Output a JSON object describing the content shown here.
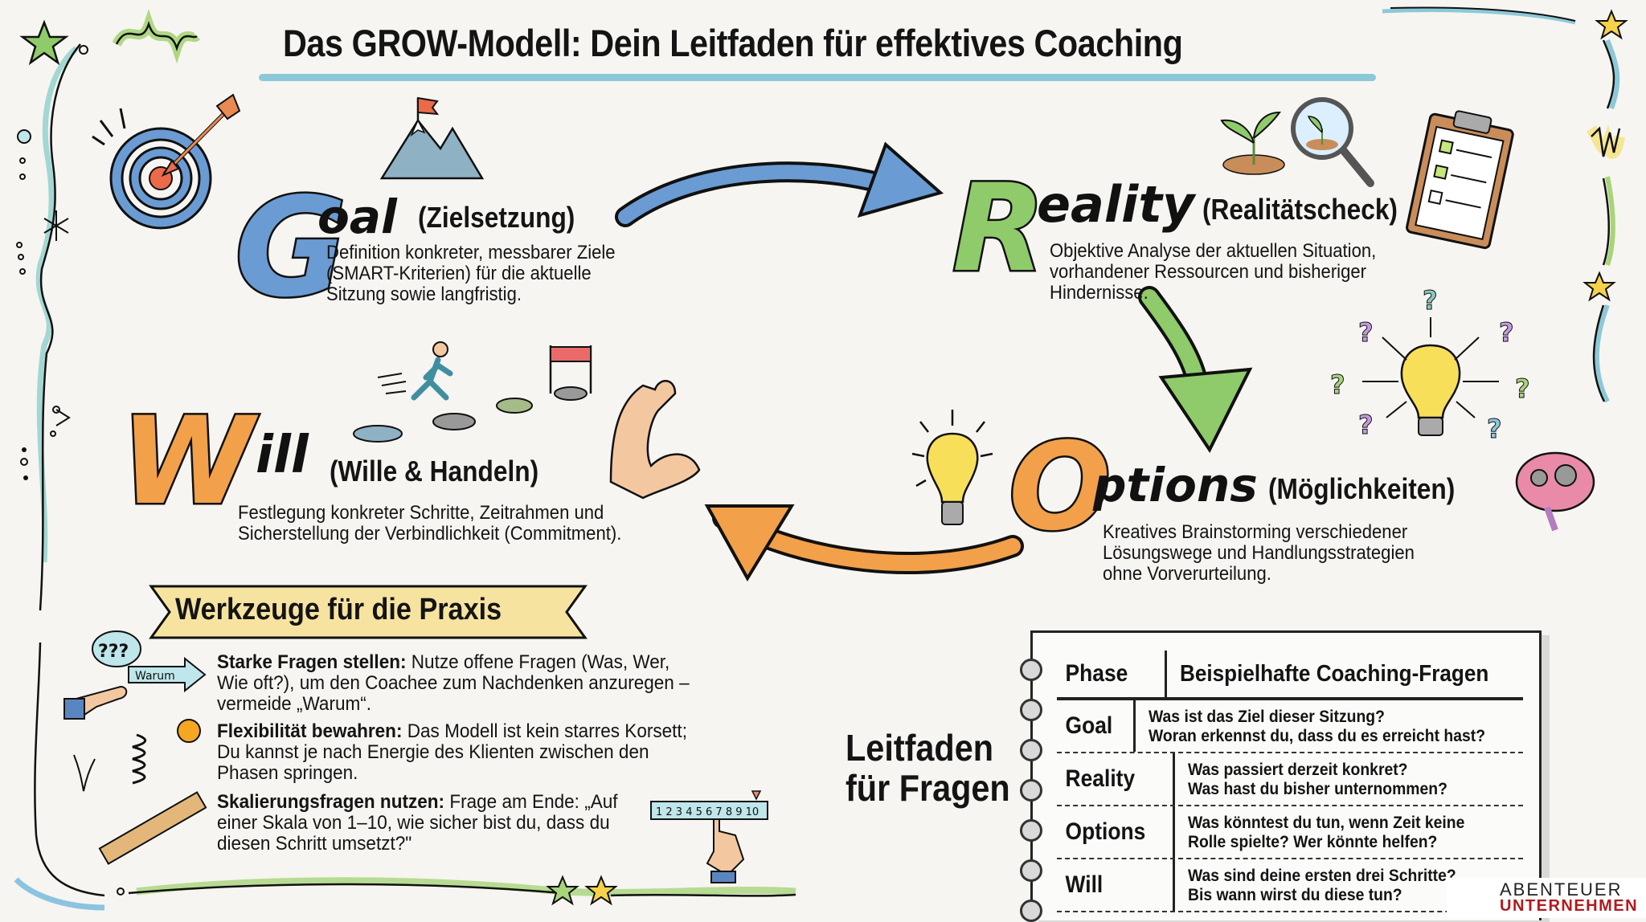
{
  "title": "Das GROW-Modell: Dein Leitfaden für effektives Coaching",
  "colors": {
    "background": "#f6f5f1",
    "goal_blue": "#6a9bd3",
    "reality_green": "#8fcb6a",
    "options_orange": "#f2a04a",
    "will_orange": "#f2a04a",
    "title_underline": "#8cc9d8",
    "banner_yellow": "#f7e3a0",
    "logo_red": "#b3191d"
  },
  "phases": {
    "goal": {
      "letter": "G",
      "rest": "oal",
      "subtitle": "(Zielsetzung)",
      "description": "Definition konkreter, messbarer Ziele\n(SMART-Kriterien) für die aktuelle\nSitzung sowie langfristig.",
      "icons": [
        "target-arrow-icon",
        "mountain-flag-icon"
      ]
    },
    "reality": {
      "letter": "R",
      "rest": "eality",
      "subtitle": "(Realitätscheck)",
      "description": "Objektive Analyse der aktuellen Situation,\nvorhandener Ressourcen und bisheriger\nHindernisse.",
      "icons": [
        "sprout-icon",
        "magnifier-sprout-icon",
        "clipboard-checklist-icon"
      ]
    },
    "options": {
      "letter": "O",
      "rest": "ptions",
      "subtitle": "(Möglichkeiten)",
      "description": "Kreatives Brainstorming verschiedener\nLösungswege und Handlungsstrategien\nohne Vorverurteilung.",
      "icons": [
        "lightbulb-icon",
        "lightbulb-questions-icon",
        "brain-gears-icon"
      ]
    },
    "will": {
      "letter": "W",
      "rest": "ill",
      "subtitle": "(Wille & Handeln)",
      "description": "Festlegung konkreter Schritte, Zeitrahmen und\nSicherstellung der Verbindlichkeit (Commitment).",
      "icons": [
        "runner-stepping-stones-icon",
        "finish-line-icon",
        "flexed-arm-icon"
      ]
    }
  },
  "tools": {
    "heading": "Werkzeuge für die Praxis",
    "items": [
      {
        "title": "Starke Fragen stellen:",
        "text": " Nutze offene Fragen (Was, Wer, Wie oft?), um den Coachee zum Nachdenken anzuregen – vermeide „Warum“.",
        "icon": "question-bubble-pointing-hand-icon",
        "icon_label": "Warum",
        "bubble_text": "???"
      },
      {
        "title": "Flexibilität bewahren:",
        "text": " Das Modell ist kein starres Korsett; Du kannst je nach Energie des Klienten zwischen den Phasen springen.",
        "icon": "spring-ball-icon"
      },
      {
        "title": "Skalierungsfragen nutzen:",
        "text": " Frage am Ende: „Auf einer Skala von 1–10, wie sicher bist du, dass du diesen Schritt umsetzt?\"",
        "icon": "ruler-icon",
        "scale_values": [
          "1",
          "2",
          "3",
          "4",
          "5",
          "6",
          "7",
          "8",
          "9",
          "10"
        ]
      }
    ]
  },
  "guide": {
    "label": "Leitfaden\nfür Fragen",
    "table": {
      "headers": [
        "Phase",
        "Beispielhafte Coaching-Fragen"
      ],
      "rows": [
        {
          "phase": "Goal",
          "q1": "Was ist das Ziel dieser Sitzung?",
          "q2": "Woran erkennst du, dass du es erreicht hast?"
        },
        {
          "phase": "Reality",
          "q1": "Was passiert derzeit konkret?",
          "q2": "Was hast du bisher unternommen?"
        },
        {
          "phase": "Options",
          "q1": "Was könntest du tun, wenn Zeit keine",
          "q2": "Rolle spielte? Wer könnte helfen?"
        },
        {
          "phase": "Will",
          "q1": "Was sind deine ersten drei Schritte?",
          "q2": "Bis wann wirst du diese tun?"
        }
      ]
    }
  },
  "logo": {
    "line1": "ABENTEUER",
    "line2": "UNTERNEHMEN",
    "icon": "nautilus-shell-icon"
  }
}
